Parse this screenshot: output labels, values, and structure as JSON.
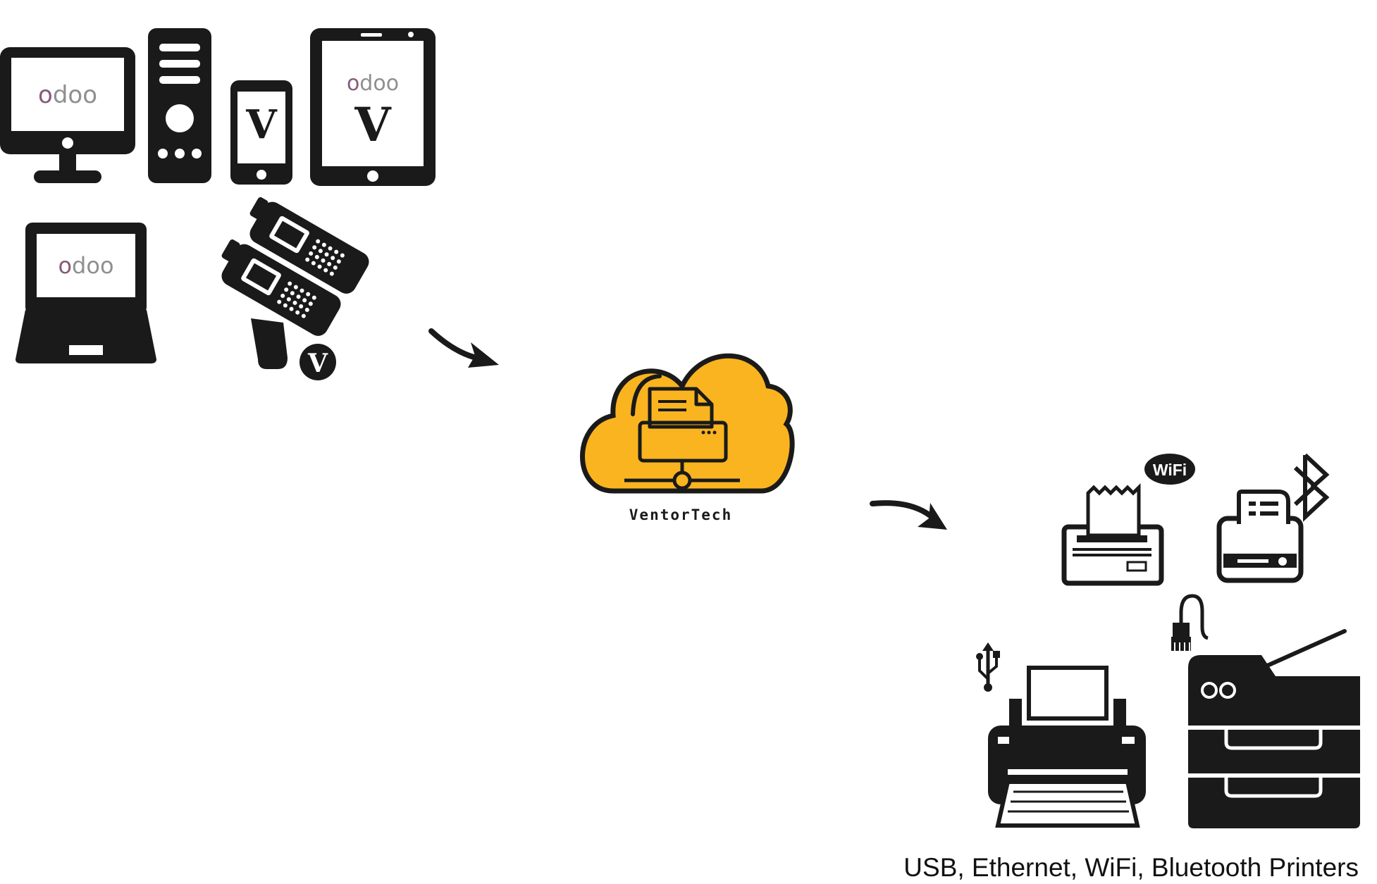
{
  "brand": {
    "odoo_label": "odoo",
    "v_label": "V",
    "odoo_color_o1": "#875A7B",
    "odoo_color_rest": "#8F8F8F"
  },
  "cloud": {
    "label": "VentorTech",
    "fill_color": "#F9B41F"
  },
  "printers": {
    "wifi_label": "WiFi",
    "caption": "USB, Ethernet, WiFi, Bluetooth Printers"
  },
  "icons": {
    "desktop": "desktop-monitor-icon",
    "tower": "pc-tower-icon",
    "phone": "smartphone-icon",
    "tablet": "tablet-icon",
    "laptop": "laptop-icon",
    "scanner": "barcode-scanner-icon",
    "arrow": "curved-arrow-icon",
    "cloud": "cloud-print-server-icon",
    "receipt_printer": "receipt-printer-icon",
    "bluetooth": "bluetooth-icon",
    "usb": "usb-icon",
    "ethernet": "ethernet-cable-icon"
  }
}
